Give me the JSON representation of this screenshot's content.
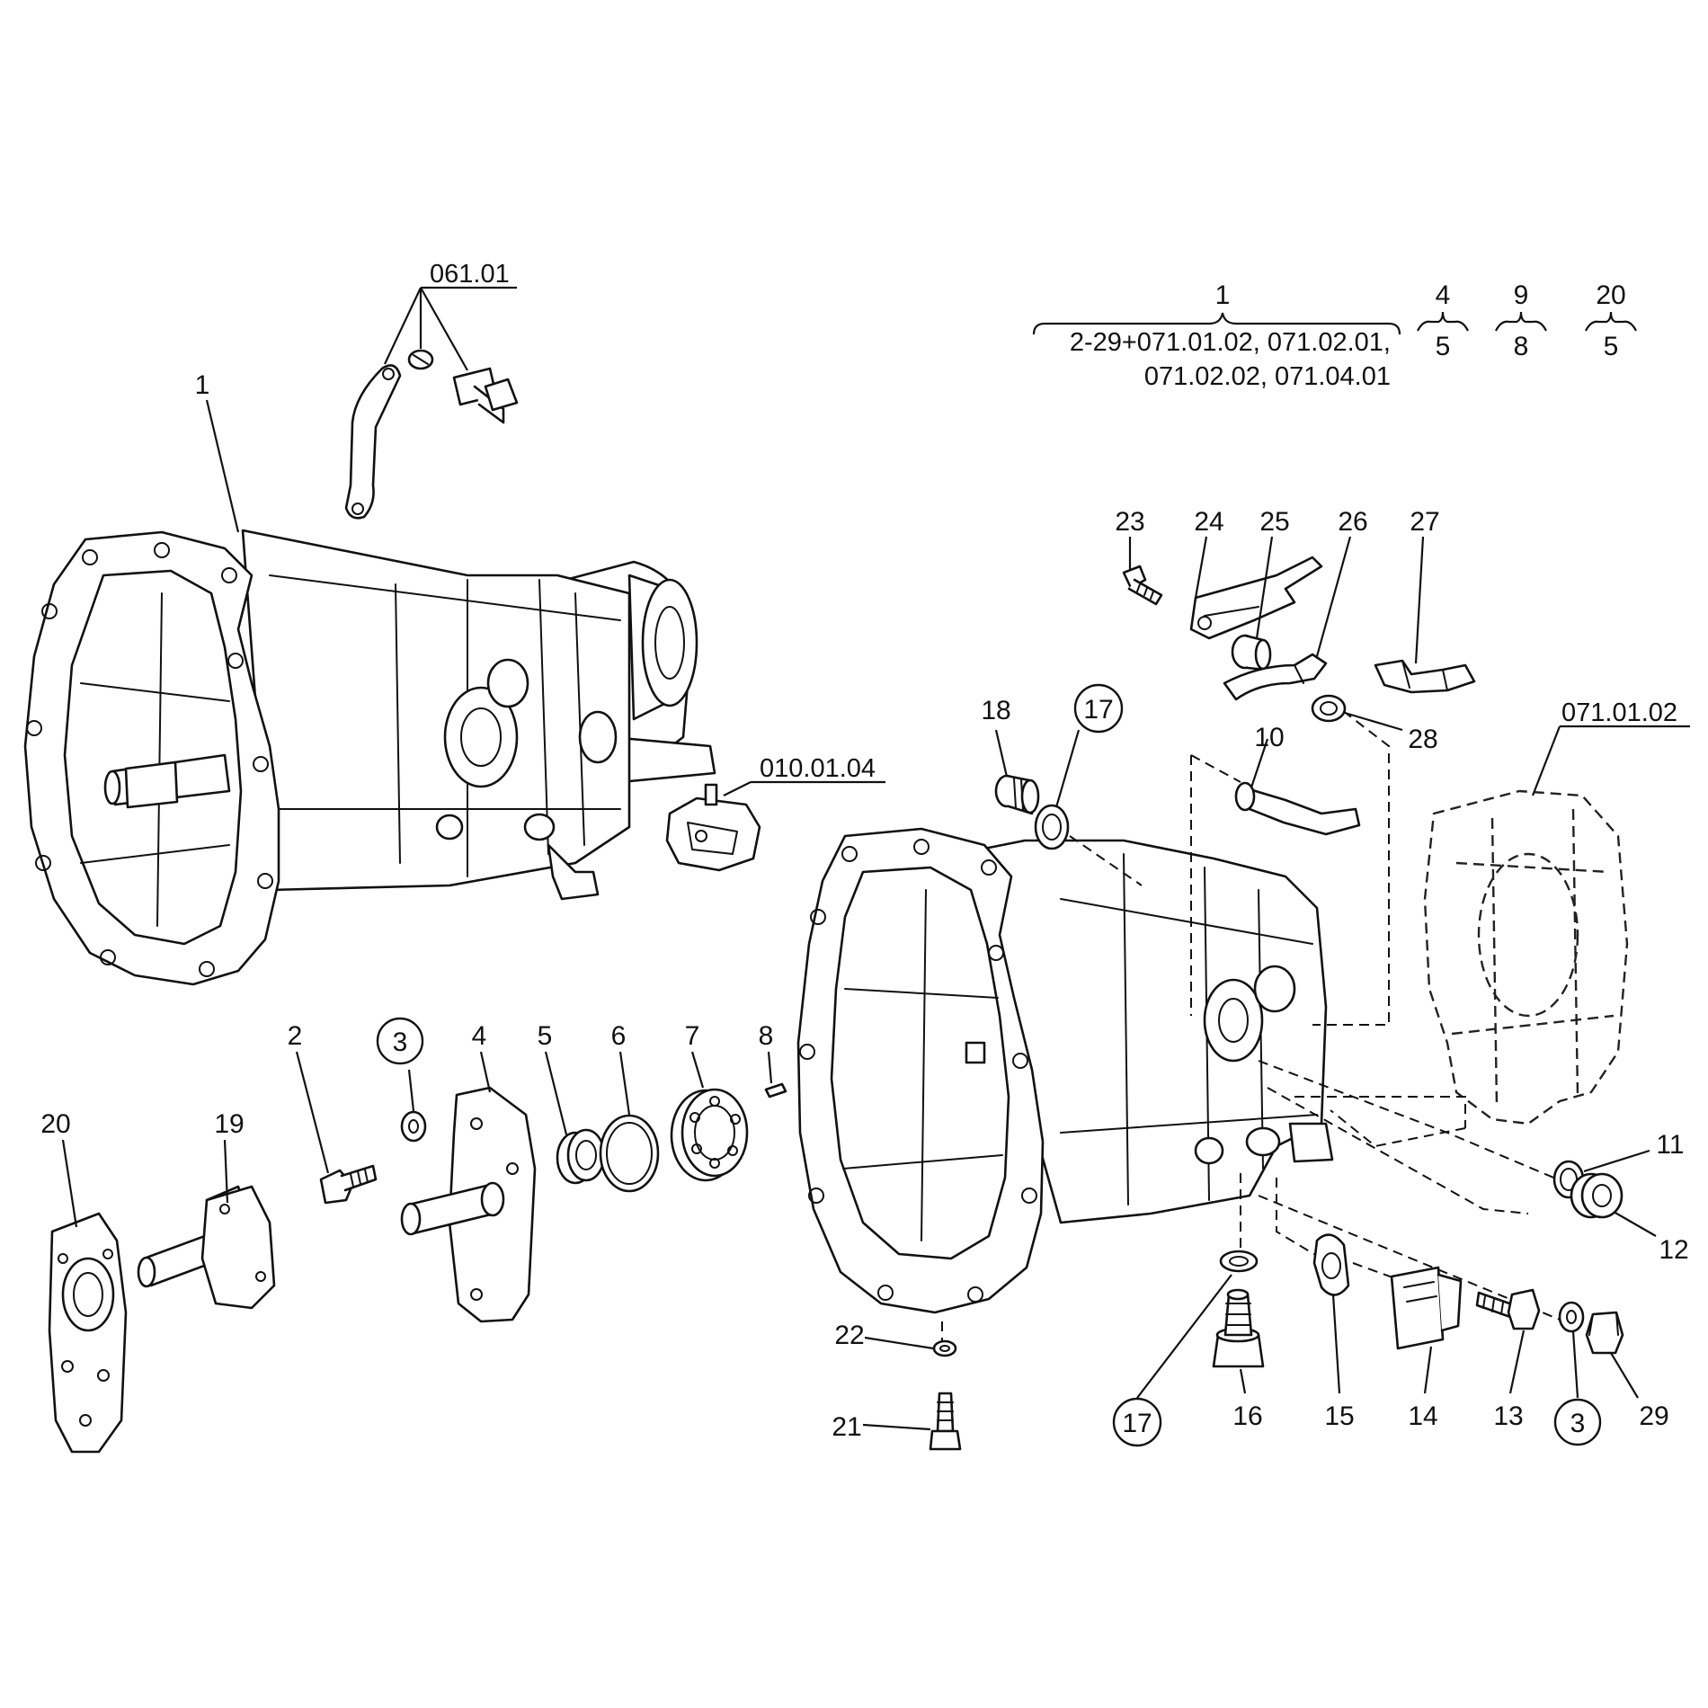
{
  "refs": {
    "r061": "061.01",
    "r010": "010.01.04",
    "r071": "071.01.02"
  },
  "legend": {
    "main_num": "1",
    "main_line1": "2-29+071.01.02, 071.02.01,",
    "main_line2": "071.02.02, 071.04.01",
    "group_a_top": "4",
    "group_a_bottom": "5",
    "group_b_top": "9",
    "group_b_bottom": "8",
    "group_c_top": "20",
    "group_c_bottom": "5"
  },
  "callouts": {
    "c1": "1",
    "c2": "2",
    "c3a": "3",
    "c3b": "3",
    "c4": "4",
    "c5": "5",
    "c6": "6",
    "c7": "7",
    "c8": "8",
    "c10": "10",
    "c11": "11",
    "c12": "12",
    "c13": "13",
    "c14": "14",
    "c15": "15",
    "c16": "16",
    "c17a": "17",
    "c17b": "17",
    "c18": "18",
    "c19": "19",
    "c20": "20",
    "c21": "21",
    "c22": "22",
    "c23": "23",
    "c24": "24",
    "c25": "25",
    "c26": "26",
    "c27": "27",
    "c28": "28",
    "c29": "29"
  }
}
